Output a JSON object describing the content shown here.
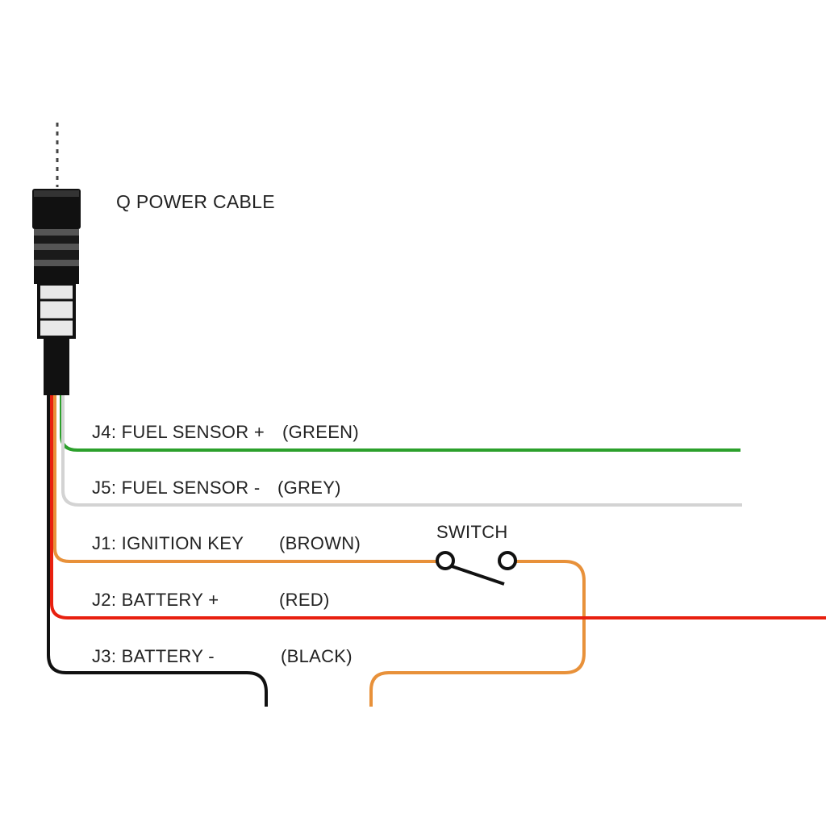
{
  "cable_label": "Q POWER CABLE",
  "switch_label": "SWITCH",
  "wires": [
    {
      "id": "J4",
      "function": "J4: FUEL SENSOR +",
      "color_name": "(GREEN)",
      "stroke": "#2ca02c"
    },
    {
      "id": "J5",
      "function": "J5: FUEL SENSOR -",
      "color_name": "(GREY)",
      "stroke": "#d3d3d3"
    },
    {
      "id": "J1",
      "function": "J1: IGNITION KEY",
      "color_name": "(BROWN)",
      "stroke": "#e8913a"
    },
    {
      "id": "J2",
      "function": "J2: BATTERY +",
      "color_name": "(RED)",
      "stroke": "#e8200f"
    },
    {
      "id": "J3",
      "function": "J3: BATTERY -",
      "color_name": "(BLACK)",
      "stroke": "#111111"
    }
  ]
}
